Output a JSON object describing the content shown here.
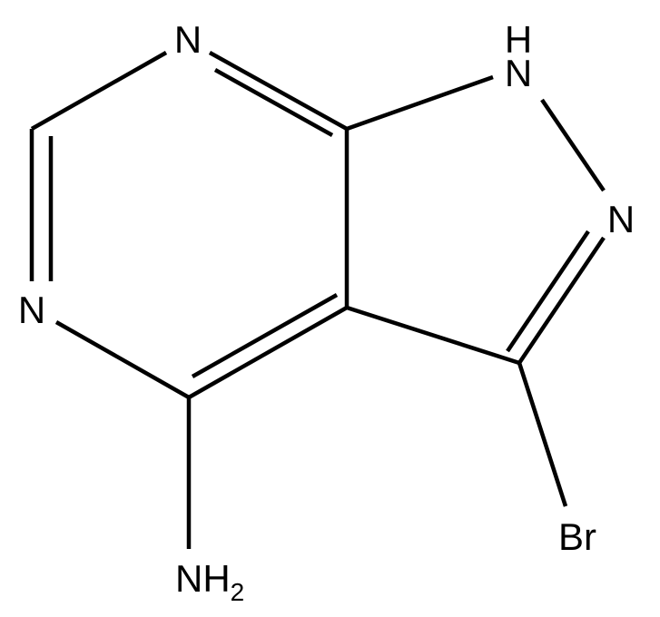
{
  "molecule": {
    "atoms": {
      "n_top": "N",
      "nh_h": "H",
      "nh_n": "N",
      "n_right": "N",
      "n_left": "N",
      "br": "Br",
      "nh2_main": "NH",
      "nh2_sub": "2"
    },
    "colors": {
      "bond": "#000000",
      "label": "#000000",
      "background": "#ffffff"
    }
  }
}
